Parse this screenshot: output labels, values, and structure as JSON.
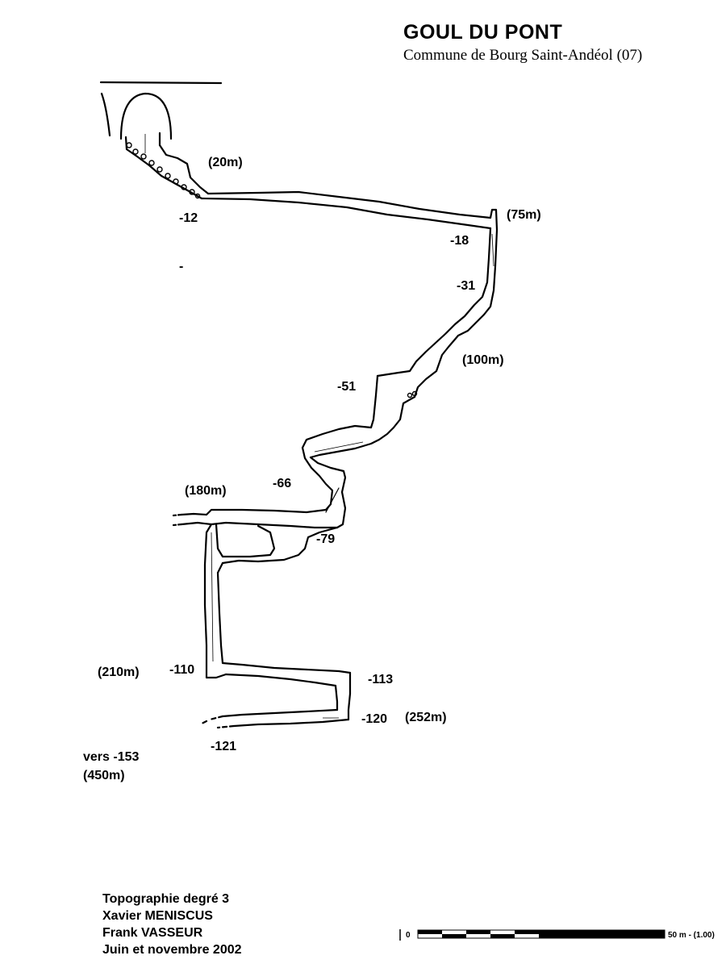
{
  "title": "GOUL DU PONT",
  "subtitle": "Commune de Bourg Saint-Andéol (07)",
  "labels": {
    "d20m": "(20m)",
    "m12": "-12",
    "d75m": "(75m)",
    "m18": "-18",
    "m31": "-31",
    "d100m": "(100m)",
    "m51": "-51",
    "m66": "-66",
    "d180m": "(180m)",
    "m79": "-79",
    "d210m": "(210m)",
    "m110": "-110",
    "m113": "-113",
    "m120": "-120",
    "d252m": "(252m)",
    "m121": "-121",
    "vers": "vers -153",
    "d450m": "(450m)",
    "dash": "-"
  },
  "credits": {
    "line1": "Topographie degré 3",
    "line2": "Xavier MENISCUS",
    "line3": "Frank VASSEUR",
    "line4": "Juin et novembre 2002"
  },
  "scale": {
    "start": "0",
    "end": "50 m - (1.00)"
  }
}
